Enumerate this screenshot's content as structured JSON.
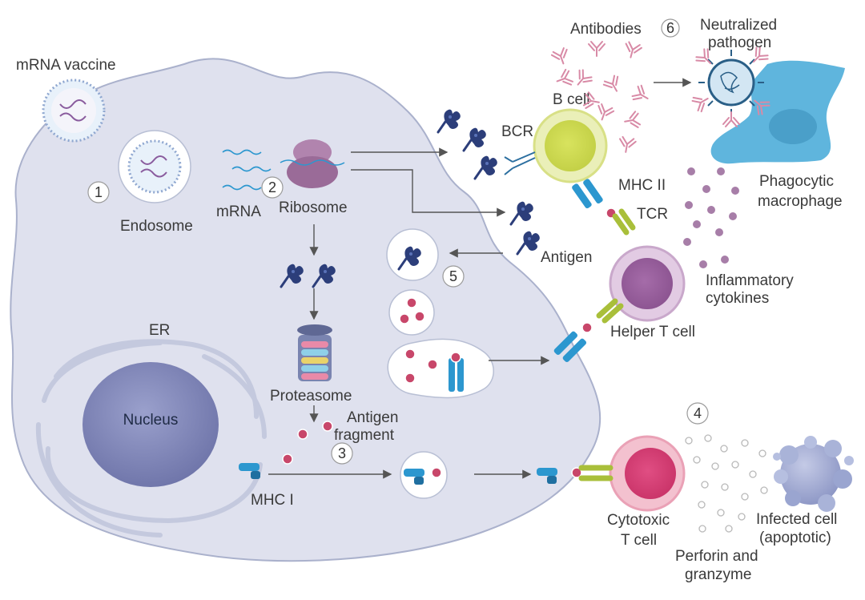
{
  "labels": {
    "mrna_vaccine": "mRNA vaccine",
    "endosome": "Endosome",
    "mrna": "mRNA",
    "ribosome": "Ribosome",
    "er": "ER",
    "nucleus": "Nucleus",
    "proteasome": "Proteasome",
    "antigen_fragment_1": "Antigen",
    "antigen_fragment_2": "fragment",
    "mhc1": "MHC I",
    "antibodies": "Antibodies",
    "neutralized_1": "Neutralized",
    "neutralized_2": "pathogen",
    "bcell": "B cell",
    "bcr": "BCR",
    "mhc2": "MHC II",
    "tcr": "TCR",
    "antigen": "Antigen",
    "phago_1": "Phagocytic",
    "phago_2": "macrophage",
    "inflam_1": "Inflammatory",
    "inflam_2": "cytokines",
    "helper": "Helper T cell",
    "cyto_1": "Cytotoxic",
    "cyto_2": "T cell",
    "perforin_1": "Perforin and",
    "perforin_2": "granzyme",
    "infected_1": "Infected cell",
    "infected_2": "(apoptotic)"
  },
  "steps": [
    "1",
    "2",
    "3",
    "4",
    "5",
    "6"
  ],
  "colors": {
    "cell_fill": "#dfe1ee",
    "cell_stroke": "#aab1cc",
    "nucleus": "#7d84b8",
    "bcell": "#cfdc5a",
    "helper_t": "#a46ca8",
    "cytotoxic_t": "#d9447a",
    "macrophage": "#6bbbe0",
    "antigen_protein": "#2c3e7a",
    "fragment": "#c8476a",
    "mhc": "#2c97cf",
    "tcr": "#a9bf3a",
    "antibody": "#d88aa6",
    "infected": "#a9b3d8"
  }
}
